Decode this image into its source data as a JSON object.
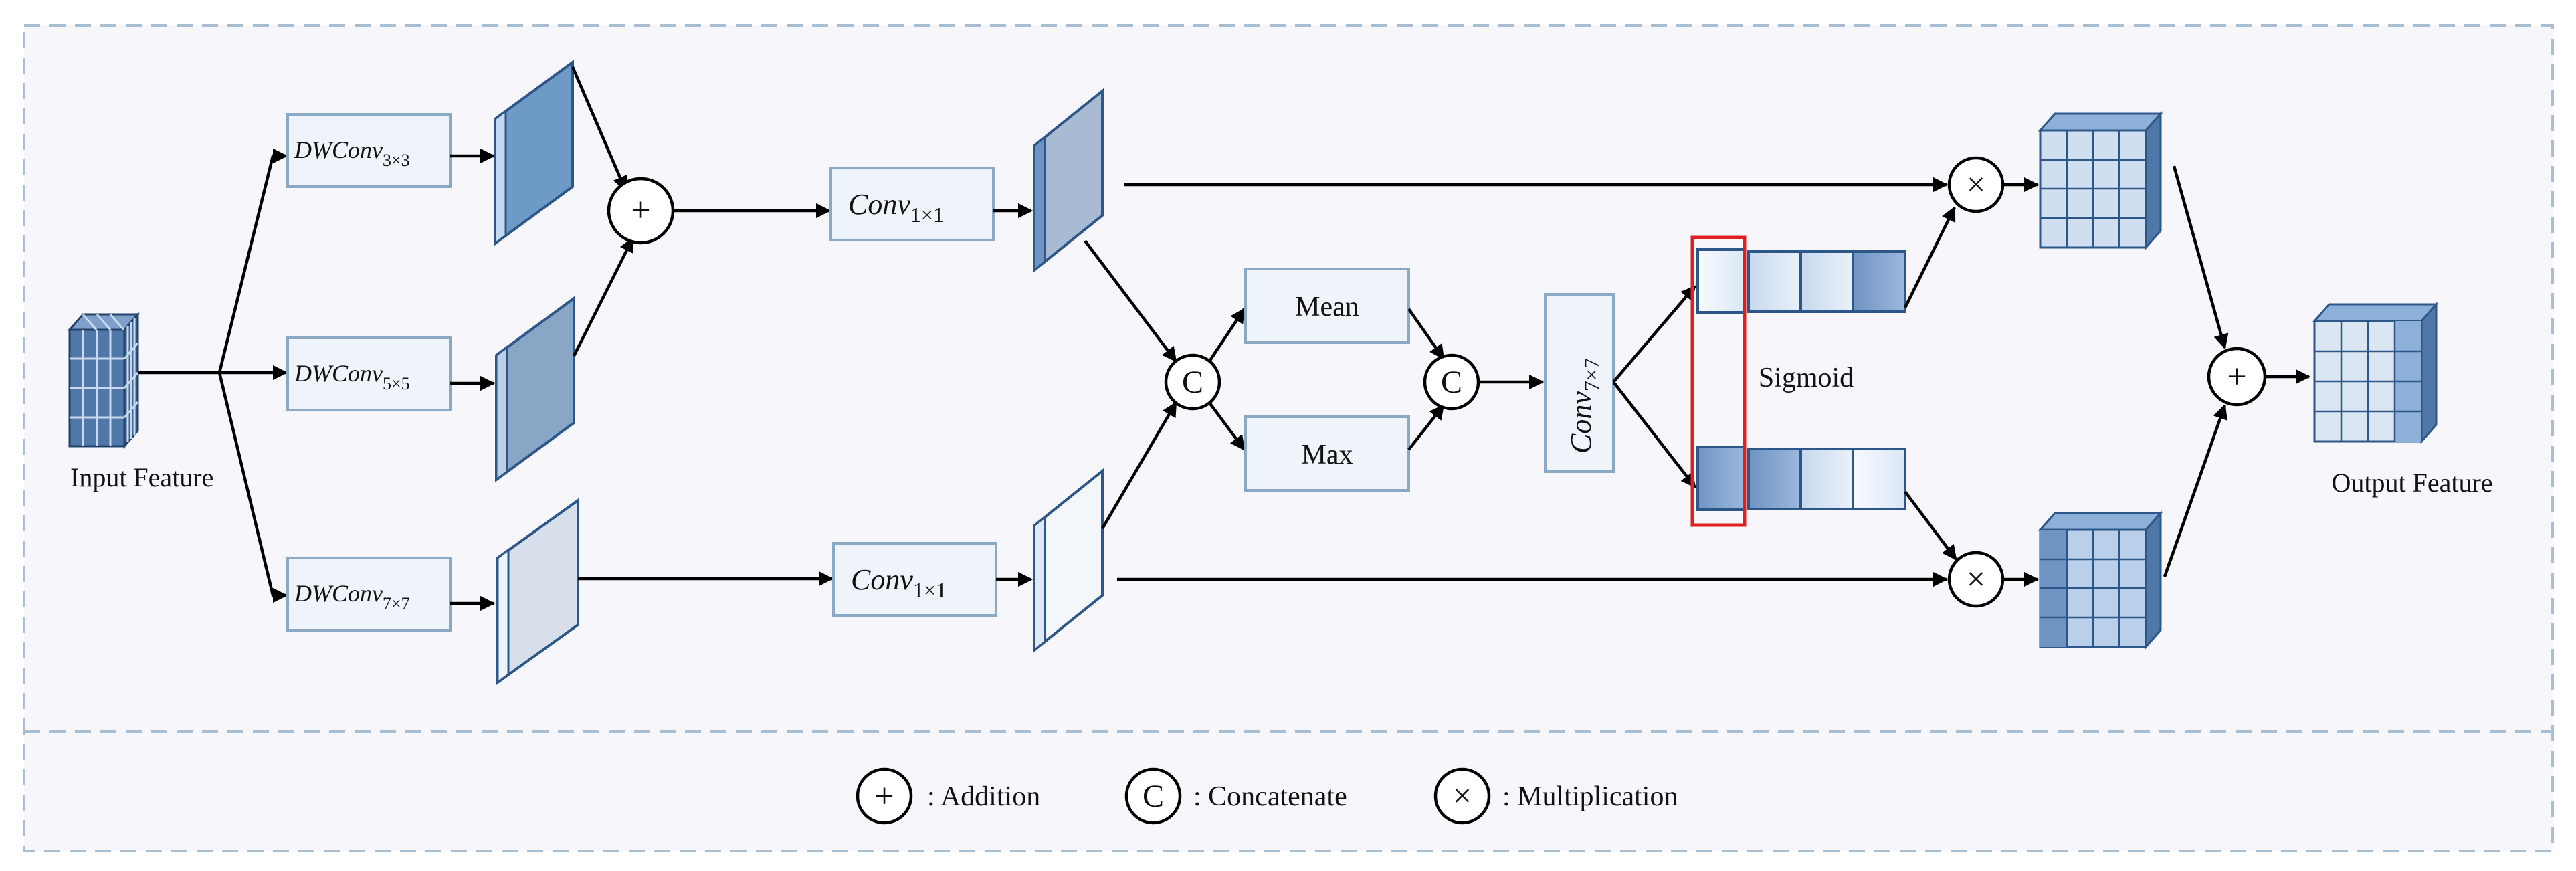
{
  "labels": {
    "input_feature": "Input Feature",
    "output_feature": "Output Feature",
    "sigmoid": "Sigmoid",
    "mean": "Mean",
    "max": "Max",
    "dwconv3": {
      "base": "DWConv",
      "sub": "3×3"
    },
    "dwconv5": {
      "base": "DWConv",
      "sub": "5×5"
    },
    "dwconv7": {
      "base": "DWConv",
      "sub": "7×7"
    },
    "conv1_top": {
      "base": "Conv",
      "sub": "1×1"
    },
    "conv1_bottom": {
      "base": "Conv",
      "sub": "1×1"
    },
    "conv7": {
      "base": "Conv",
      "sub": "7×7"
    }
  },
  "operators": {
    "add": "+",
    "concat": "C",
    "multiply": "×"
  },
  "legend": {
    "addition": ": Addition",
    "concatenate": ": Concatenate",
    "multiplication": ": Multiplication"
  },
  "colors": {
    "background": "#f7f6fb",
    "frame_dash": "#a9bdd3",
    "box_fill": "#eef4fa",
    "box_stroke": "#8aa9c4",
    "cube_dark": "#4f77a8",
    "cube_mid": "#9cb9dc",
    "cube_light": "#d6e4f3",
    "highlight": "#e02020"
  }
}
